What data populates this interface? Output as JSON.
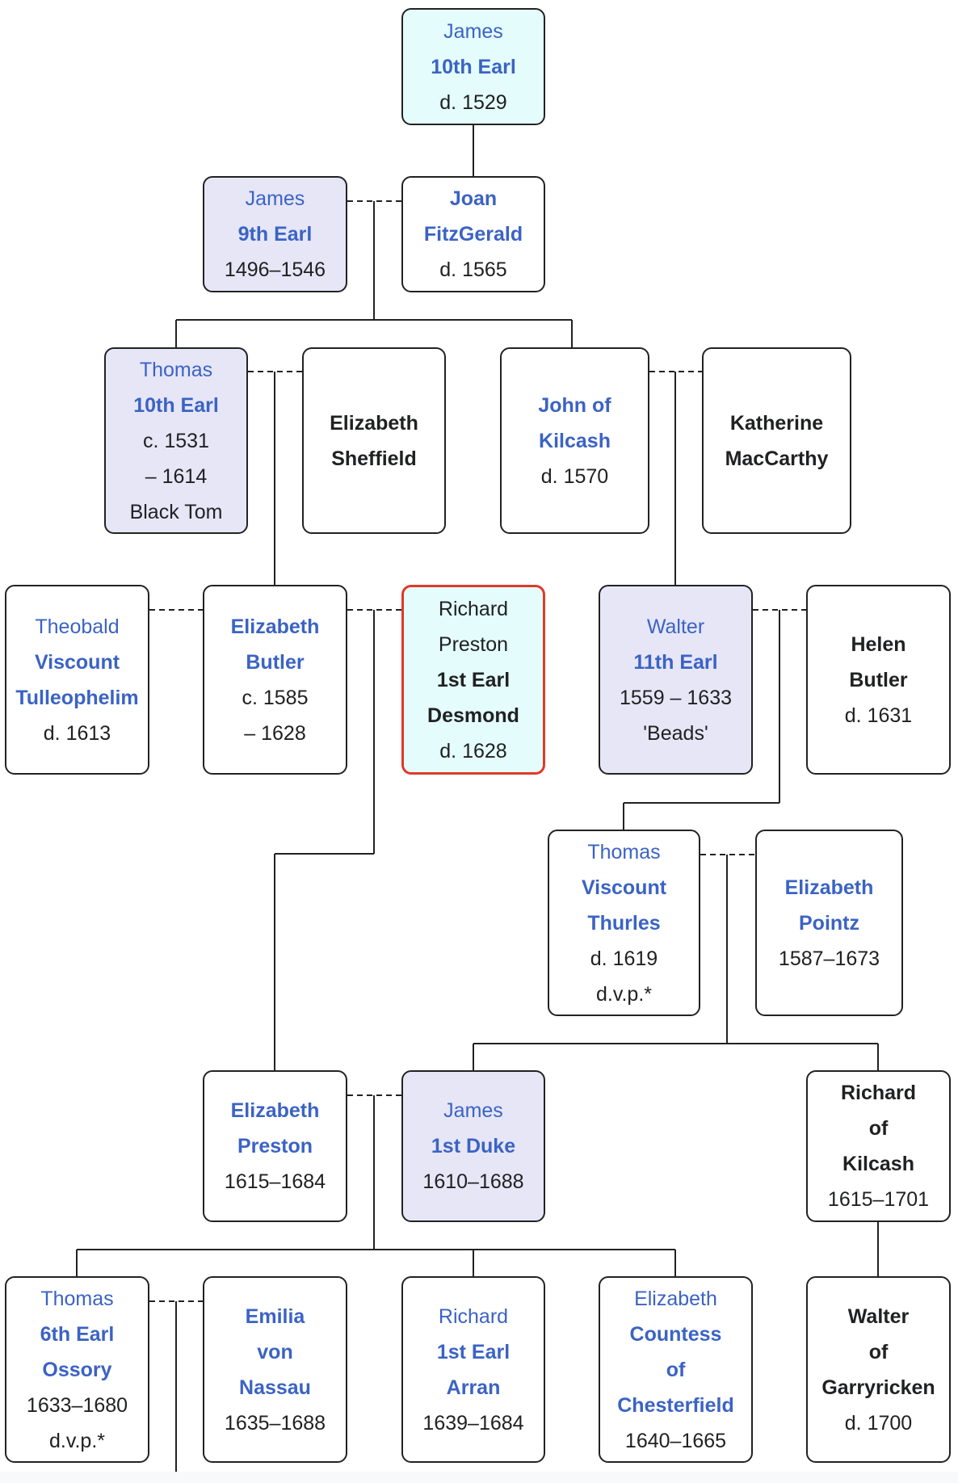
{
  "title": "Butler family tree (Earls of Ormond)",
  "colors": {
    "link": "#3b63c4",
    "text": "#202122",
    "lineage_fill": "#e6e6f7",
    "root_fill": "#e4fcfc",
    "focus_border": "#e0382a",
    "line": "#222222"
  },
  "people": [
    {
      "id": "james10",
      "style": "root",
      "lines": [
        {
          "t": "James",
          "link": true
        },
        {
          "t": "10th Earl",
          "link": true,
          "bold": true
        },
        {
          "t": "d. 1529"
        }
      ]
    },
    {
      "id": "james9",
      "style": "lineage",
      "lines": [
        {
          "t": "James",
          "link": true
        },
        {
          "t": "9th Earl",
          "link": true,
          "bold": true
        },
        {
          "t": "1496–1546"
        }
      ]
    },
    {
      "id": "joan",
      "style": "plain",
      "lines": [
        {
          "t": "Joan",
          "link": true,
          "bold": true
        },
        {
          "t": "FitzGerald",
          "link": true,
          "bold": true
        },
        {
          "t": "d. 1565"
        }
      ]
    },
    {
      "id": "thomas10",
      "style": "lineage",
      "lines": [
        {
          "t": "Thomas",
          "link": true
        },
        {
          "t": "10th Earl",
          "link": true,
          "bold": true
        },
        {
          "t": "c. 1531"
        },
        {
          "t": "– 1614"
        },
        {
          "t": "Black Tom"
        }
      ]
    },
    {
      "id": "elizsheffield",
      "style": "plain",
      "lines": [
        {
          "t": "Elizabeth",
          "bold": true
        },
        {
          "t": "Sheffield",
          "bold": true
        }
      ]
    },
    {
      "id": "johnkilcash",
      "style": "plain",
      "lines": [
        {
          "t": "John of",
          "link": true,
          "bold": true
        },
        {
          "t": "Kilcash",
          "link": true,
          "bold": true
        },
        {
          "t": "d. 1570"
        }
      ]
    },
    {
      "id": "katherine",
      "style": "plain",
      "lines": [
        {
          "t": "Katherine",
          "bold": true
        },
        {
          "t": "MacCarthy",
          "bold": true
        }
      ]
    },
    {
      "id": "theobald",
      "style": "plain",
      "lines": [
        {
          "t": "Theobald",
          "link": true
        },
        {
          "t": "Viscount",
          "link": true,
          "bold": true
        },
        {
          "t": "Tulleophelim",
          "link": true,
          "bold": true
        },
        {
          "t": "d. 1613"
        }
      ]
    },
    {
      "id": "elizbutler",
      "style": "plain",
      "lines": [
        {
          "t": "Elizabeth",
          "link": true,
          "bold": true
        },
        {
          "t": "Butler",
          "link": true,
          "bold": true
        },
        {
          "t": "c. 1585"
        },
        {
          "t": "– 1628"
        }
      ]
    },
    {
      "id": "richardpreston",
      "style": "focus",
      "lines": [
        {
          "t": "Richard"
        },
        {
          "t": "Preston"
        },
        {
          "t": "1st Earl",
          "bold": true
        },
        {
          "t": "Desmond",
          "bold": true
        },
        {
          "t": "d. 1628"
        }
      ]
    },
    {
      "id": "walter11",
      "style": "lineage",
      "lines": [
        {
          "t": "Walter",
          "link": true
        },
        {
          "t": "11th Earl",
          "link": true,
          "bold": true
        },
        {
          "t": "1559 – 1633"
        },
        {
          "t": "'Beads'"
        }
      ]
    },
    {
      "id": "helenbutler",
      "style": "plain",
      "lines": [
        {
          "t": "Helen",
          "bold": true
        },
        {
          "t": "Butler",
          "bold": true
        },
        {
          "t": "d. 1631"
        }
      ]
    },
    {
      "id": "thomasthurles",
      "style": "plain",
      "lines": [
        {
          "t": "Thomas",
          "link": true
        },
        {
          "t": "Viscount",
          "link": true,
          "bold": true
        },
        {
          "t": "Thurles",
          "link": true,
          "bold": true
        },
        {
          "t": "d. 1619"
        },
        {
          "t": "d.v.p.*"
        }
      ]
    },
    {
      "id": "elizpointz",
      "style": "plain",
      "lines": [
        {
          "t": "Elizabeth",
          "link": true,
          "bold": true
        },
        {
          "t": "Pointz",
          "link": true,
          "bold": true
        },
        {
          "t": "1587–1673"
        }
      ]
    },
    {
      "id": "elizpreston",
      "style": "plain",
      "lines": [
        {
          "t": "Elizabeth",
          "link": true,
          "bold": true
        },
        {
          "t": "Preston",
          "link": true,
          "bold": true
        },
        {
          "t": "1615–1684"
        }
      ]
    },
    {
      "id": "jamesduke",
      "style": "lineage",
      "lines": [
        {
          "t": "James",
          "link": true
        },
        {
          "t": "1st Duke",
          "link": true,
          "bold": true
        },
        {
          "t": "1610–1688"
        }
      ]
    },
    {
      "id": "richardkilcash",
      "style": "plain",
      "lines": [
        {
          "t": "Richard",
          "bold": true
        },
        {
          "t": "of",
          "bold": true
        },
        {
          "t": "Kilcash",
          "bold": true
        },
        {
          "t": "1615–1701"
        }
      ]
    },
    {
      "id": "thomasossory",
      "style": "plain",
      "lines": [
        {
          "t": "Thomas",
          "link": true
        },
        {
          "t": "6th Earl",
          "link": true,
          "bold": true
        },
        {
          "t": "Ossory",
          "link": true,
          "bold": true
        },
        {
          "t": "1633–1680"
        },
        {
          "t": "d.v.p.*"
        }
      ]
    },
    {
      "id": "emilia",
      "style": "plain",
      "lines": [
        {
          "t": "Emilia",
          "link": true,
          "bold": true
        },
        {
          "t": "von",
          "link": true,
          "bold": true
        },
        {
          "t": "Nassau",
          "link": true,
          "bold": true
        },
        {
          "t": "1635–1688"
        }
      ]
    },
    {
      "id": "richardarran",
      "style": "plain",
      "lines": [
        {
          "t": "Richard",
          "link": true
        },
        {
          "t": "1st Earl",
          "link": true,
          "bold": true
        },
        {
          "t": "Arran",
          "link": true,
          "bold": true
        },
        {
          "t": "1639–1684"
        }
      ]
    },
    {
      "id": "elizchesterfield",
      "style": "plain",
      "lines": [
        {
          "t": "Elizabeth",
          "link": true
        },
        {
          "t": "Countess",
          "link": true,
          "bold": true
        },
        {
          "t": "of",
          "link": true,
          "bold": true
        },
        {
          "t": "Chesterfield",
          "link": true,
          "bold": true
        },
        {
          "t": "1640–1665"
        }
      ]
    },
    {
      "id": "waltergarryricken",
      "style": "plain",
      "lines": [
        {
          "t": "Walter",
          "bold": true
        },
        {
          "t": "of",
          "bold": true
        },
        {
          "t": "Garryricken",
          "bold": true
        },
        {
          "t": "d. 1700"
        }
      ]
    }
  ],
  "marriages": [
    [
      "james9",
      "joan"
    ],
    [
      "thomas10",
      "elizsheffield"
    ],
    [
      "johnkilcash",
      "katherine"
    ],
    [
      "theobald",
      "elizbutler"
    ],
    [
      "elizbutler",
      "richardpreston"
    ],
    [
      "walter11",
      "helenbutler"
    ],
    [
      "thomasthurles",
      "elizpointz"
    ],
    [
      "elizpreston",
      "jamesduke"
    ],
    [
      "thomasossory",
      "emilia"
    ]
  ],
  "parent_child": [
    {
      "parent": "james10",
      "children": [
        "joan"
      ]
    },
    {
      "parents": [
        "james9",
        "joan"
      ],
      "children": [
        "thomas10",
        "johnkilcash"
      ]
    },
    {
      "parents": [
        "thomas10",
        "elizsheffield"
      ],
      "children": [
        "elizbutler"
      ]
    },
    {
      "parents": [
        "johnkilcash",
        "katherine"
      ],
      "children": [
        "walter11"
      ]
    },
    {
      "parents": [
        "elizbutler",
        "richardpreston"
      ],
      "children": [
        "elizpreston"
      ]
    },
    {
      "parents": [
        "walter11",
        "helenbutler"
      ],
      "children": [
        "thomasthurles"
      ]
    },
    {
      "parents": [
        "thomasthurles",
        "elizpointz"
      ],
      "children": [
        "jamesduke",
        "richardkilcash"
      ]
    },
    {
      "parents": [
        "elizpreston",
        "jamesduke"
      ],
      "children": [
        "thomasossory",
        "richardarran",
        "elizchesterfield"
      ]
    },
    {
      "parent": "richardkilcash",
      "children": [
        "waltergarryricken"
      ]
    }
  ]
}
